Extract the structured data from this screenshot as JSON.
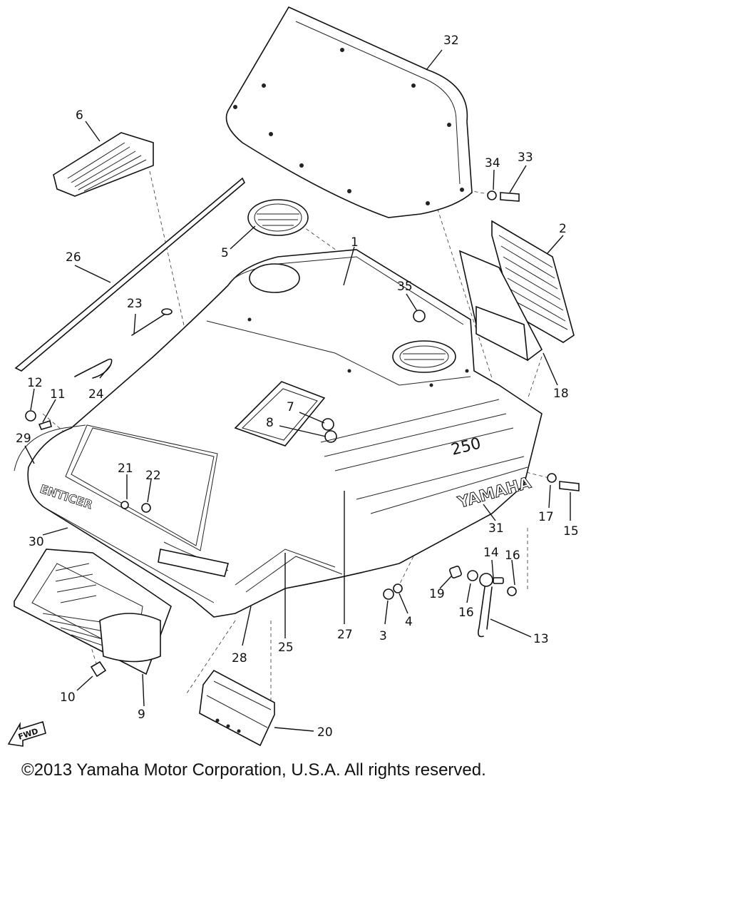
{
  "copyright": "©2013 Yamaha Motor Corporation, U.S.A. All rights reserved.",
  "decals": {
    "model_number": "250",
    "brand": "YAMAHA",
    "name": "ENTICER"
  },
  "fwd_label": "FWD",
  "callouts": {
    "c1": "1",
    "c2": "2",
    "c3": "3",
    "c4": "4",
    "c5": "5",
    "c6": "6",
    "c7": "7",
    "c8": "8",
    "c9": "9",
    "c10": "10",
    "c11": "11",
    "c12": "12",
    "c13": "13",
    "c14": "14",
    "c15": "15",
    "c16a": "16",
    "c16b": "16",
    "c17": "17",
    "c18": "18",
    "c19": "19",
    "c20": "20",
    "c21": "21",
    "c22": "22",
    "c23": "23",
    "c24": "24",
    "c25": "25",
    "c26": "26",
    "c27": "27",
    "c28": "28",
    "c29": "29",
    "c30": "30",
    "c31": "31",
    "c32": "32",
    "c33": "33",
    "c34": "34",
    "c35": "35"
  }
}
